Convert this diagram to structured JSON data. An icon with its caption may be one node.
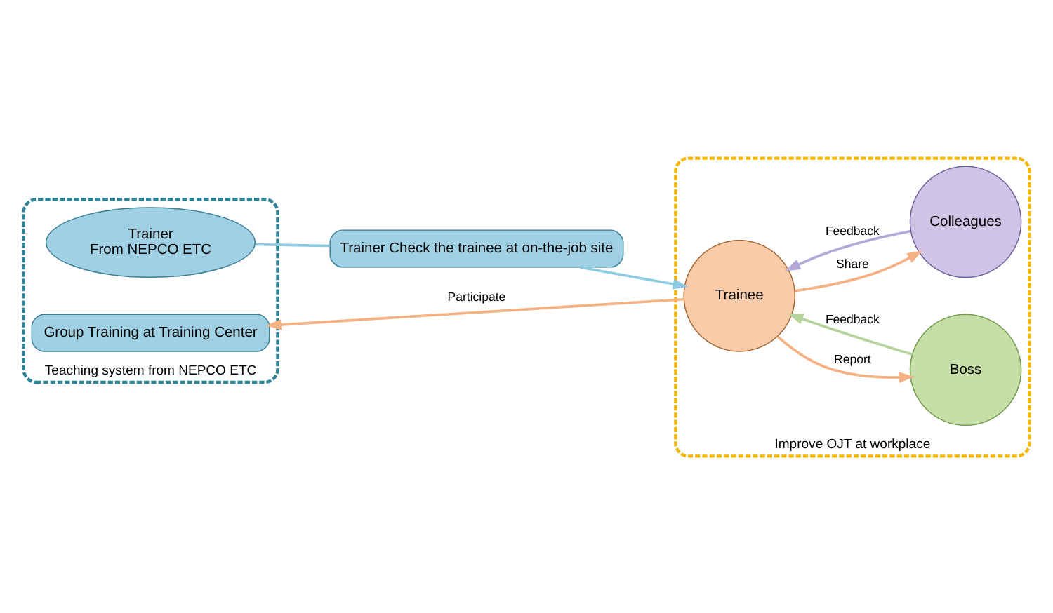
{
  "diagram": {
    "nodes": [
      {
        "text": [
          "Teaching system from NEPCO ETC"
        ]
      },
      {
        "text": [
          "Trainer",
          "From NEPCO ETC"
        ],
        "in": 0
      },
      {
        "text": [
          "Group Training at Training Center"
        ],
        "in": 0
      },
      {
        "text": [
          "Trainer Check the trainee at on-the-job site"
        ]
      },
      {
        "text": [
          "Improve OJT at workplace"
        ]
      },
      {
        "text": [
          "Trainee"
        ],
        "in": 4
      },
      {
        "text": [
          "Boss"
        ],
        "in": 4
      },
      {
        "text": [
          "Colleagues"
        ],
        "in": 4
      }
    ],
    "edges": [
      {
        "from": 1,
        "to": 3,
        "arrow": "none",
        "color": "#8fcbe0"
      },
      {
        "from": 3,
        "to": 5,
        "arrow": "to",
        "color": "#8fcbe0"
      },
      {
        "from": 5,
        "to": 2,
        "arrow": "to",
        "label": "Participate"
      },
      {
        "from": 6,
        "to": 5,
        "arrow": "to",
        "label": "Feedback",
        "color": "#b5d39a"
      },
      {
        "from": 5,
        "to": 6,
        "arrow": "to",
        "label": "Report"
      },
      {
        "from": 5,
        "to": 7,
        "arrow": "to",
        "label": "Share"
      },
      {
        "from": 7,
        "to": 5,
        "arrow": "to",
        "label": "Feedback",
        "color": "#b3a8d6"
      }
    ]
  }
}
